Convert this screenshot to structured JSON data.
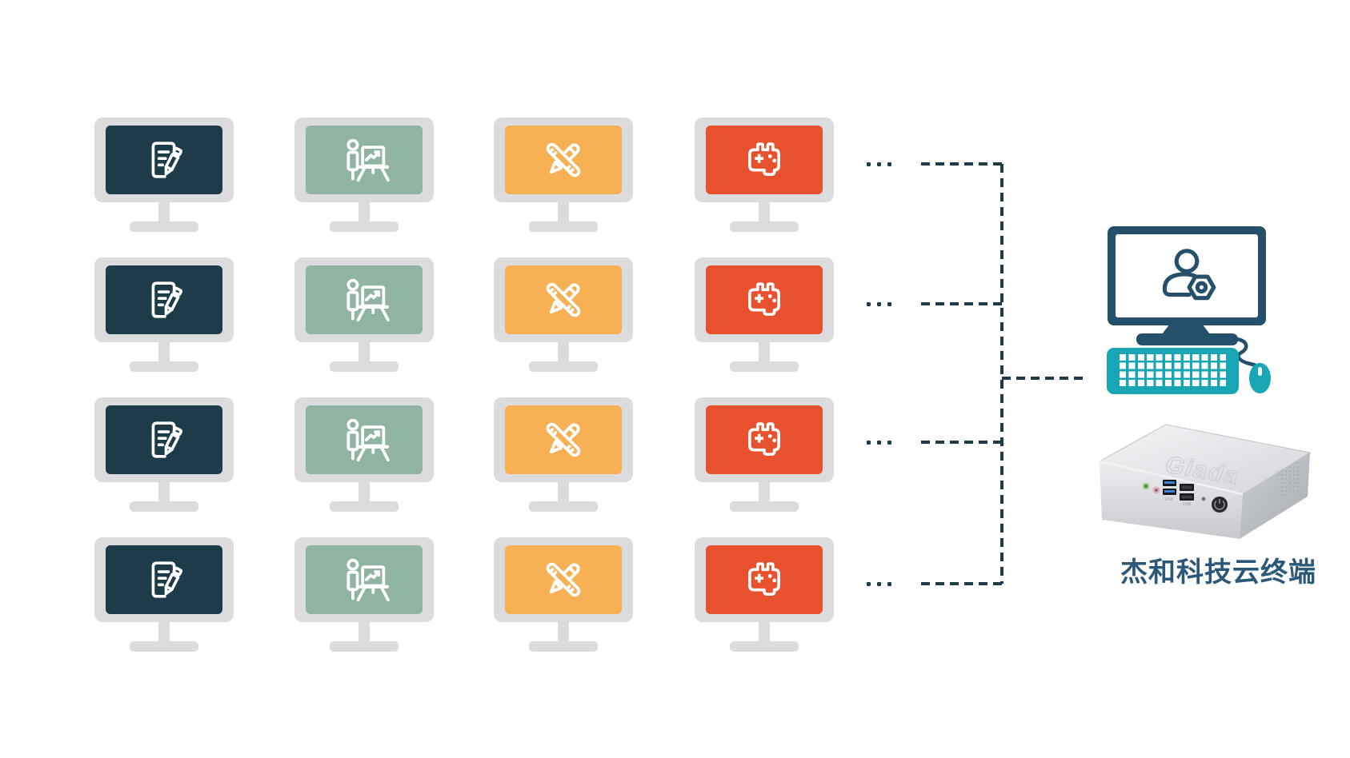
{
  "terminal": {
    "label": "杰和科技云终端",
    "device": {
      "embossed_logo": "Giada",
      "port_labels": [
        "USB",
        "USB"
      ]
    }
  },
  "workstation_grid": {
    "rows": 4,
    "row_ellipsis": "...",
    "monitor_frame_color": "#dcdcde",
    "columns": [
      {
        "name": "document-workstation",
        "icon": "document-edit-icon",
        "screen_color": "#1d3b48"
      },
      {
        "name": "presentation-workstation",
        "icon": "presentation-chart-icon",
        "screen_color": "#90b4a2"
      },
      {
        "name": "design-workstation",
        "icon": "ruler-pencil-icon",
        "screen_color": "#f8b054"
      },
      {
        "name": "gaming-workstation",
        "icon": "gamepad-icon",
        "screen_color": "#e8512e"
      }
    ]
  },
  "host_computer": {
    "icon": "user-gear-icon",
    "monitor_color": "#25506b",
    "keyboard_color": "#18a5b4",
    "mouse_color": "#18a5b4"
  },
  "connectors": {
    "color": "#1d3b49",
    "style": "dashed"
  }
}
